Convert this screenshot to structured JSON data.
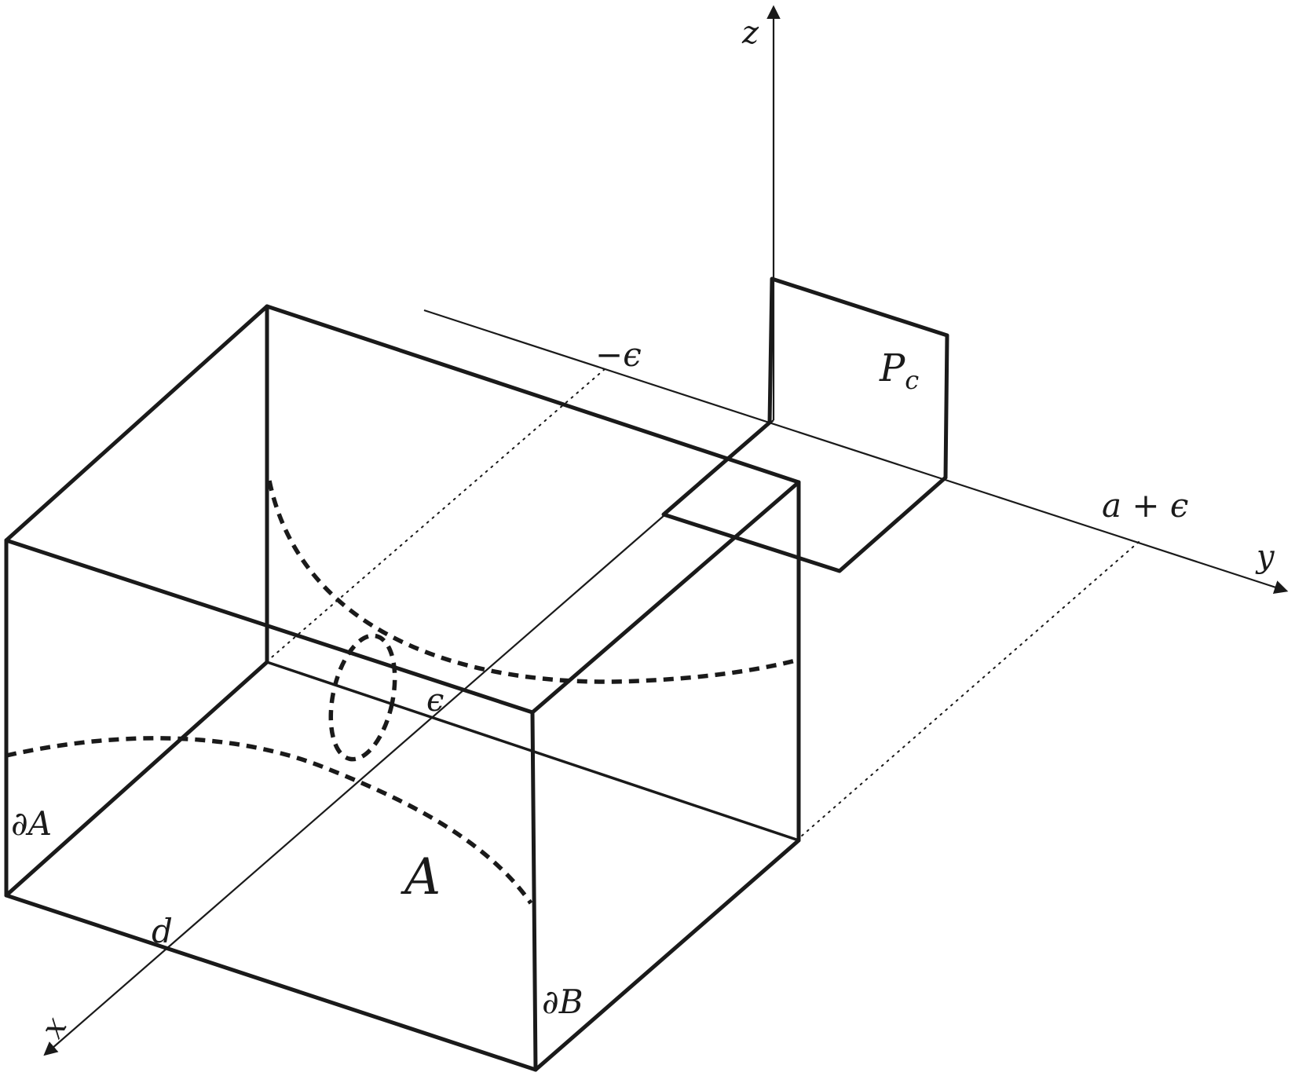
{
  "labels": {
    "z_axis": "z",
    "y_axis": "y",
    "x_axis": "x",
    "neg_epsilon": "−ϵ",
    "a_plus_epsilon": "a + ϵ",
    "p_c": "P",
    "p_c_sub": "c",
    "epsilon": "ϵ",
    "d": "d",
    "boundary_a": "∂A",
    "boundary_b": "∂B",
    "region_a": "A"
  }
}
